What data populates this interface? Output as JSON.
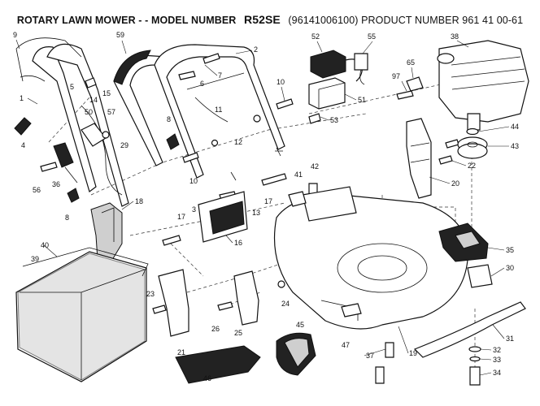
{
  "title": {
    "prefix": "ROTARY LAWN MOWER - - MODEL NUMBER",
    "model": "R52SE",
    "suffix": "(96141006100) PRODUCT NUMBER 961 41 00-61"
  },
  "callouts": [
    {
      "id": "c9",
      "text": "9"
    },
    {
      "id": "c59",
      "text": "59"
    },
    {
      "id": "c2",
      "text": "2"
    },
    {
      "id": "c7",
      "text": "7"
    },
    {
      "id": "c52",
      "text": "52"
    },
    {
      "id": "c55",
      "text": "55"
    },
    {
      "id": "c38",
      "text": "38"
    },
    {
      "id": "c1",
      "text": "1"
    },
    {
      "id": "c5",
      "text": "5"
    },
    {
      "id": "c15",
      "text": "15"
    },
    {
      "id": "c14",
      "text": "14"
    },
    {
      "id": "c6",
      "text": "6"
    },
    {
      "id": "c10a",
      "text": "10"
    },
    {
      "id": "c51",
      "text": "51"
    },
    {
      "id": "c97",
      "text": "97"
    },
    {
      "id": "c65",
      "text": "65"
    },
    {
      "id": "c50",
      "text": "50"
    },
    {
      "id": "c57",
      "text": "57"
    },
    {
      "id": "c11",
      "text": "11"
    },
    {
      "id": "c53",
      "text": "53"
    },
    {
      "id": "c44",
      "text": "44"
    },
    {
      "id": "c4",
      "text": "4"
    },
    {
      "id": "c29",
      "text": "29"
    },
    {
      "id": "c8a",
      "text": "8"
    },
    {
      "id": "c43",
      "text": "43"
    },
    {
      "id": "c12",
      "text": "12"
    },
    {
      "id": "c10b",
      "text": "10"
    },
    {
      "id": "c22",
      "text": "22"
    },
    {
      "id": "c56",
      "text": "56"
    },
    {
      "id": "c36",
      "text": "36"
    },
    {
      "id": "c42",
      "text": "42"
    },
    {
      "id": "c41",
      "text": "41"
    },
    {
      "id": "c20",
      "text": "20"
    },
    {
      "id": "c8b",
      "text": "8"
    },
    {
      "id": "c18",
      "text": "18"
    },
    {
      "id": "c3",
      "text": "3"
    },
    {
      "id": "c13",
      "text": "13"
    },
    {
      "id": "c17a",
      "text": "17"
    },
    {
      "id": "c17b",
      "text": "17"
    },
    {
      "id": "c16",
      "text": "16"
    },
    {
      "id": "c40",
      "text": "40"
    },
    {
      "id": "c39",
      "text": "39"
    },
    {
      "id": "c35",
      "text": "35"
    },
    {
      "id": "c30",
      "text": "30"
    },
    {
      "id": "c23",
      "text": "23"
    },
    {
      "id": "c24",
      "text": "24"
    },
    {
      "id": "c26",
      "text": "26"
    },
    {
      "id": "c25",
      "text": "25"
    },
    {
      "id": "c45",
      "text": "45"
    },
    {
      "id": "c21",
      "text": "21"
    },
    {
      "id": "c47",
      "text": "47"
    },
    {
      "id": "c31",
      "text": "31"
    },
    {
      "id": "c37",
      "text": "37"
    },
    {
      "id": "c19",
      "text": "19"
    },
    {
      "id": "c32",
      "text": "32"
    },
    {
      "id": "c33",
      "text": "33"
    },
    {
      "id": "c46",
      "text": "46"
    },
    {
      "id": "c34",
      "text": "34"
    }
  ]
}
